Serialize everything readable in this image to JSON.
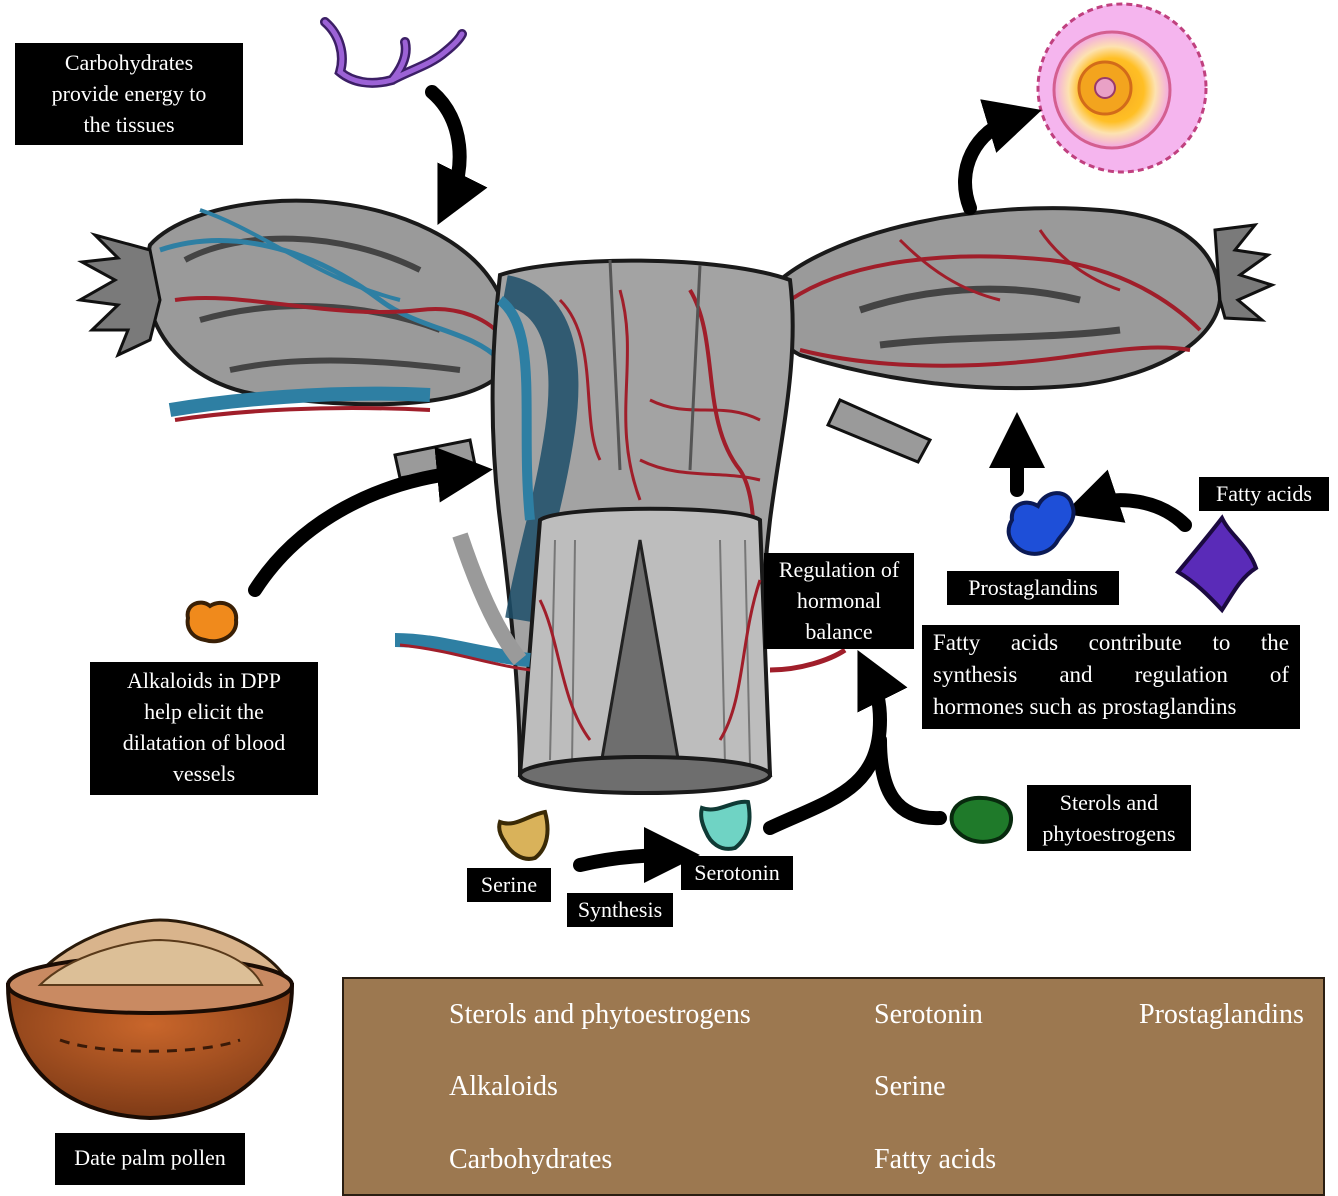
{
  "labels": {
    "carbohydrates_note": [
      "Carbohydrates",
      "provide energy to",
      "the tissues"
    ],
    "alkaloids_note": [
      "Alkaloids in DPP",
      "help elicit the",
      "dilatation of blood",
      "vessels"
    ],
    "regulation_note": [
      "Regulation of",
      "hormonal",
      "balance"
    ],
    "fatty_acids_note": [
      "Fatty acids contribute to the",
      "synthesis and regulation of",
      "hormones such as prostaglandins"
    ],
    "sterols": [
      "Sterols and",
      "phytoestrogens"
    ],
    "fatty_acids": "Fatty acids",
    "prostaglandins": "Prostaglandins",
    "serine": "Serine",
    "serotonin": "Serotonin",
    "synthesis": "Synthesis",
    "date_palm_pollen": "Date palm pollen"
  },
  "legend": {
    "items": [
      {
        "label": "Sterols and phytoestrogens",
        "icon": "sterols-phytoestrogens-icon",
        "color": "#1f7a2a"
      },
      {
        "label": "Serotonin",
        "icon": "serotonin-icon",
        "color": "#6fd3c4"
      },
      {
        "label": "Prostaglandins",
        "icon": "prostaglandins-icon",
        "color": "#1e4fd8"
      },
      {
        "label": "Alkaloids",
        "icon": "alkaloids-icon",
        "color": "#f08a1c"
      },
      {
        "label": "Serine",
        "icon": "serine-icon",
        "color": "#d9b25a"
      },
      {
        "label": "Carbohydrates",
        "icon": "carbohydrates-icon",
        "color": "#8a4fc0"
      },
      {
        "label": "Fatty acids",
        "icon": "fatty-acids-icon",
        "color": "#5a2bb8"
      }
    ]
  },
  "colors": {
    "legend_bg": "#9c7850",
    "vein_blue": "#2e7fa3",
    "artery_red": "#a01e2a",
    "tissue_gray": "#8a8a8a"
  }
}
